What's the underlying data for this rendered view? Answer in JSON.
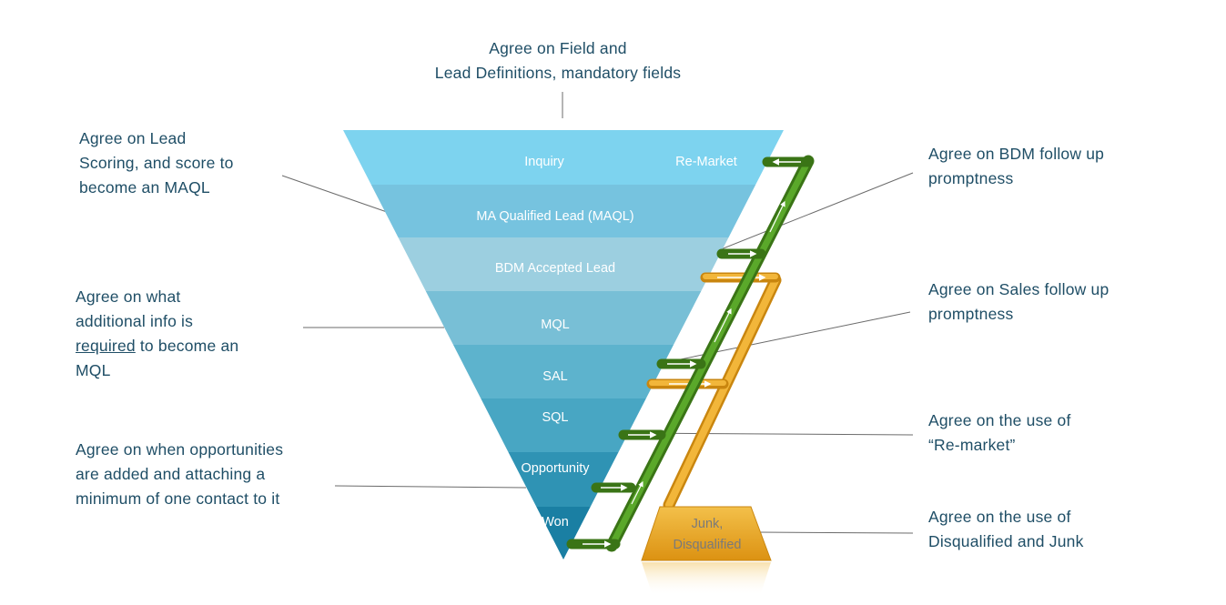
{
  "top_note": {
    "line1": "Agree on Field and",
    "line2": "Lead Definitions, mandatory fields"
  },
  "left_notes": {
    "lead_scoring": [
      "Agree on Lead",
      "Scoring, and score to",
      "become an MAQL"
    ],
    "additional_info": {
      "line1": "Agree on what",
      "line2": "additional info is",
      "line3_underlined": "required",
      "line3_rest": " to become an",
      "line4": "MQL"
    },
    "opportunities": [
      "Agree on when opportunities",
      "are added and attaching a",
      "minimum of one contact to it"
    ]
  },
  "right_notes": {
    "bdm_followup": [
      "Agree on BDM follow up",
      "promptness"
    ],
    "sales_followup": [
      "Agree on Sales follow up",
      "promptness"
    ],
    "remarket_use": [
      "Agree on the use of",
      "“Re-market”"
    ],
    "disqualified_use": [
      "Agree on the use of",
      "Disqualified and Junk"
    ]
  },
  "funnel": {
    "stages": [
      "Inquiry",
      "MA Qualified Lead (MAQL)",
      "BDM Accepted Lead",
      "MQL",
      "SAL",
      "SQL",
      "Opportunity",
      "Won"
    ],
    "remarket_label": "Re-Market",
    "junk_label": [
      "Junk,",
      "Disqualified"
    ]
  },
  "colors": {
    "text": "#1f4e66",
    "stage_fills": [
      "#7dd3ef",
      "#76c3df",
      "#9ccfe0",
      "#78bfd6",
      "#5db3cd",
      "#48a6c3",
      "#2f93b4",
      "#1a7fa3"
    ],
    "green_path": "#4a8f1e",
    "orange_path": "#e9a21f",
    "junk_box": "#e8a224",
    "leader_line": "#6b6b6b"
  }
}
